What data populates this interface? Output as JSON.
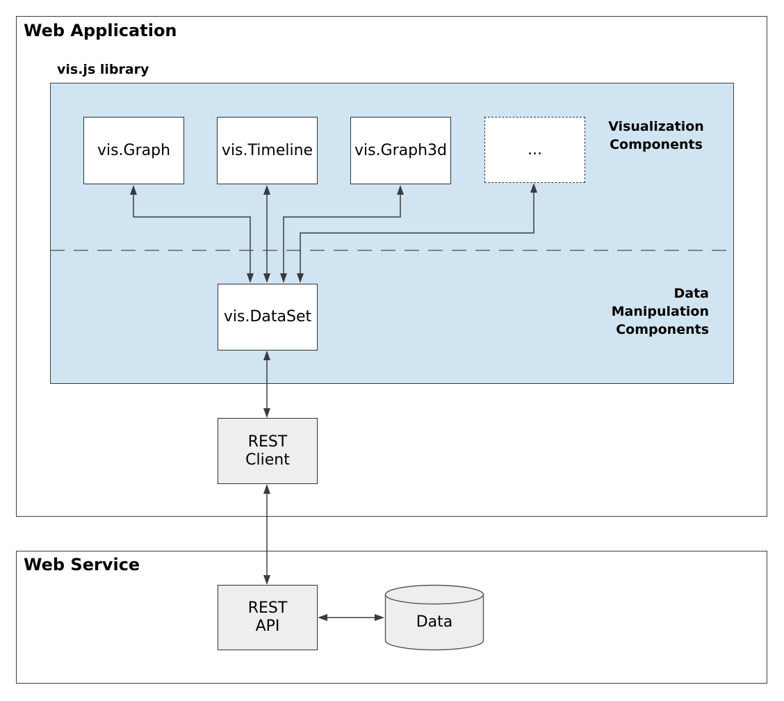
{
  "colors": {
    "canvas-bg": "#ffffff",
    "blue-fill": "#d0e4f2",
    "white-fill": "#ffffff",
    "gray-fill": "#eeeeee",
    "box-border": "#303030",
    "container-border": "#3c3c3c",
    "arrow-color": "#3b3b3b",
    "text-color": "#000000"
  },
  "web_application": {
    "title": "Web Application",
    "library_label": "vis.js library",
    "visualization_section_label": "Visualization\nComponents",
    "data_section_label": "Data\nManipulation\nComponents",
    "component_boxes": [
      {
        "label": "vis.Graph"
      },
      {
        "label": "vis.Timeline"
      },
      {
        "label": "vis.Graph3d"
      },
      {
        "label": "..."
      }
    ],
    "dataset_box_label": "vis.DataSet",
    "rest_client_label": "REST\nClient"
  },
  "web_service": {
    "title": "Web Service",
    "rest_api_label": "REST\nAPI",
    "data_store_label": "Data"
  }
}
